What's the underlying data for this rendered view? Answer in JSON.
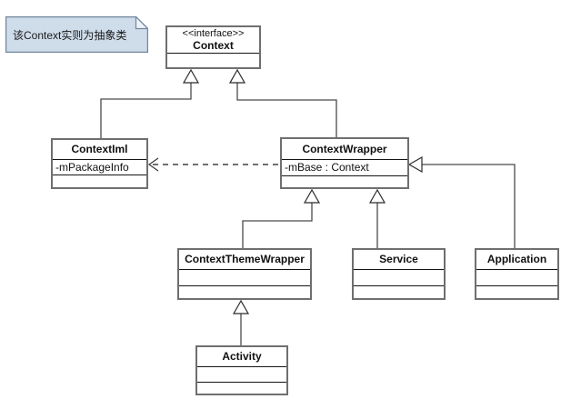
{
  "note": {
    "text": "该Context实则为抽象类"
  },
  "classes": {
    "context": {
      "stereotype": "<<interface>>",
      "name": "Context",
      "attributes": []
    },
    "contextIml": {
      "name": "ContextIml",
      "attributes": [
        "-mPackageInfo"
      ]
    },
    "contextWrapper": {
      "name": "ContextWrapper",
      "attributes": [
        "-mBase : Context"
      ]
    },
    "contextThemeWrapper": {
      "name": "ContextThemeWrapper",
      "attributes": []
    },
    "service": {
      "name": "Service",
      "attributes": []
    },
    "application": {
      "name": "Application",
      "attributes": []
    },
    "activity": {
      "name": "Activity",
      "attributes": []
    }
  },
  "relations": [
    {
      "type": "generalization",
      "from": "ContextIml",
      "to": "Context"
    },
    {
      "type": "generalization",
      "from": "ContextWrapper",
      "to": "Context"
    },
    {
      "type": "generalization",
      "from": "ContextThemeWrapper",
      "to": "ContextWrapper"
    },
    {
      "type": "generalization",
      "from": "Service",
      "to": "ContextWrapper"
    },
    {
      "type": "generalization",
      "from": "Application",
      "to": "ContextWrapper"
    },
    {
      "type": "generalization",
      "from": "Activity",
      "to": "ContextThemeWrapper"
    },
    {
      "type": "dependency",
      "from": "ContextWrapper",
      "to": "ContextIml",
      "style": "dashed"
    }
  ],
  "colors": {
    "note_fill": "#cfdcea",
    "note_border": "#71869e",
    "box_border": "#6f6f6f",
    "line": "#4a4a4a"
  }
}
